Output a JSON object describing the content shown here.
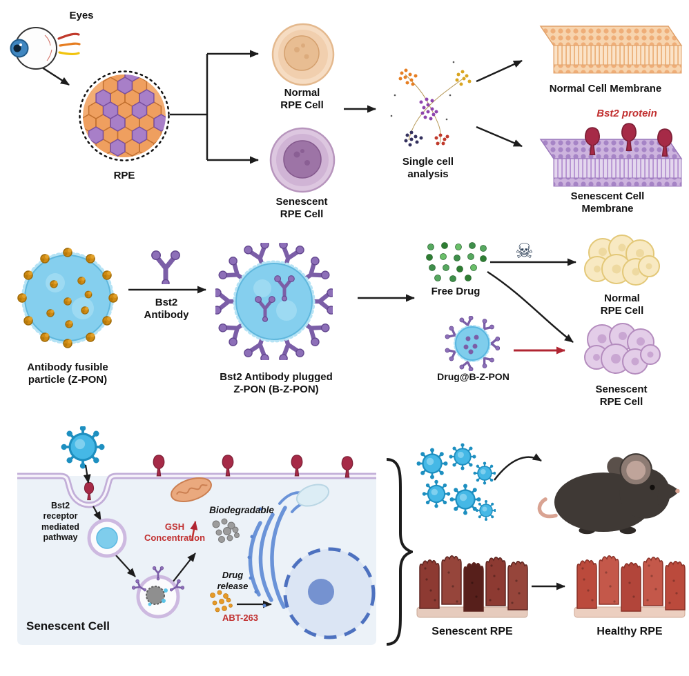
{
  "glyphs": {
    "skull": "☠"
  },
  "colors": {
    "particle_blue": "#7fcdec",
    "antibody_purple": "#7b5ea7",
    "gold": "#cf8a12",
    "bst2_red": "#a62a47",
    "accent_red": "#c13030",
    "membrane_orange": "#efae78",
    "membrane_purple": "#a684c6",
    "drug_green": "#3e8e4a",
    "panel_bg": "#ecf2f8"
  },
  "row1": {
    "eyes": "Eyes",
    "rpe": "RPE",
    "normal_cell": "Normal\nRPE Cell",
    "senescent_cell": "Senescent\nRPE Cell",
    "single_cell": "Single cell\nanalysis",
    "normal_membrane": "Normal Cell Membrane",
    "bst2_protein": "Bst2 protein",
    "senescent_membrane": "Senescent Cell\nMembrane"
  },
  "row2": {
    "zpon": "Antibody fusible\nparticle (Z-PON)",
    "bst2_antibody": "Bst2\nAntibody",
    "bzpon": "Bst2 Antibody plugged\nZ-PON (B-Z-PON)",
    "free_drug": "Free Drug",
    "normal_cell": "Normal\nRPE Cell",
    "drug_bzpon": "Drug@B-Z-PON",
    "senescent_cell": "Senescent\nRPE Cell"
  },
  "row3": {
    "receptor_pathway": "Bst2\nreceptor\nmediated\npathway",
    "gsh": "GSH\nConcentration",
    "biodegradable": "Biodegradable",
    "drug_release": "Drug\nrelease",
    "abt": "ABT-263",
    "senescent_cell_panel": "Senescent Cell",
    "senescent_rpe": "Senescent RPE",
    "healthy_rpe": "Healthy RPE"
  }
}
